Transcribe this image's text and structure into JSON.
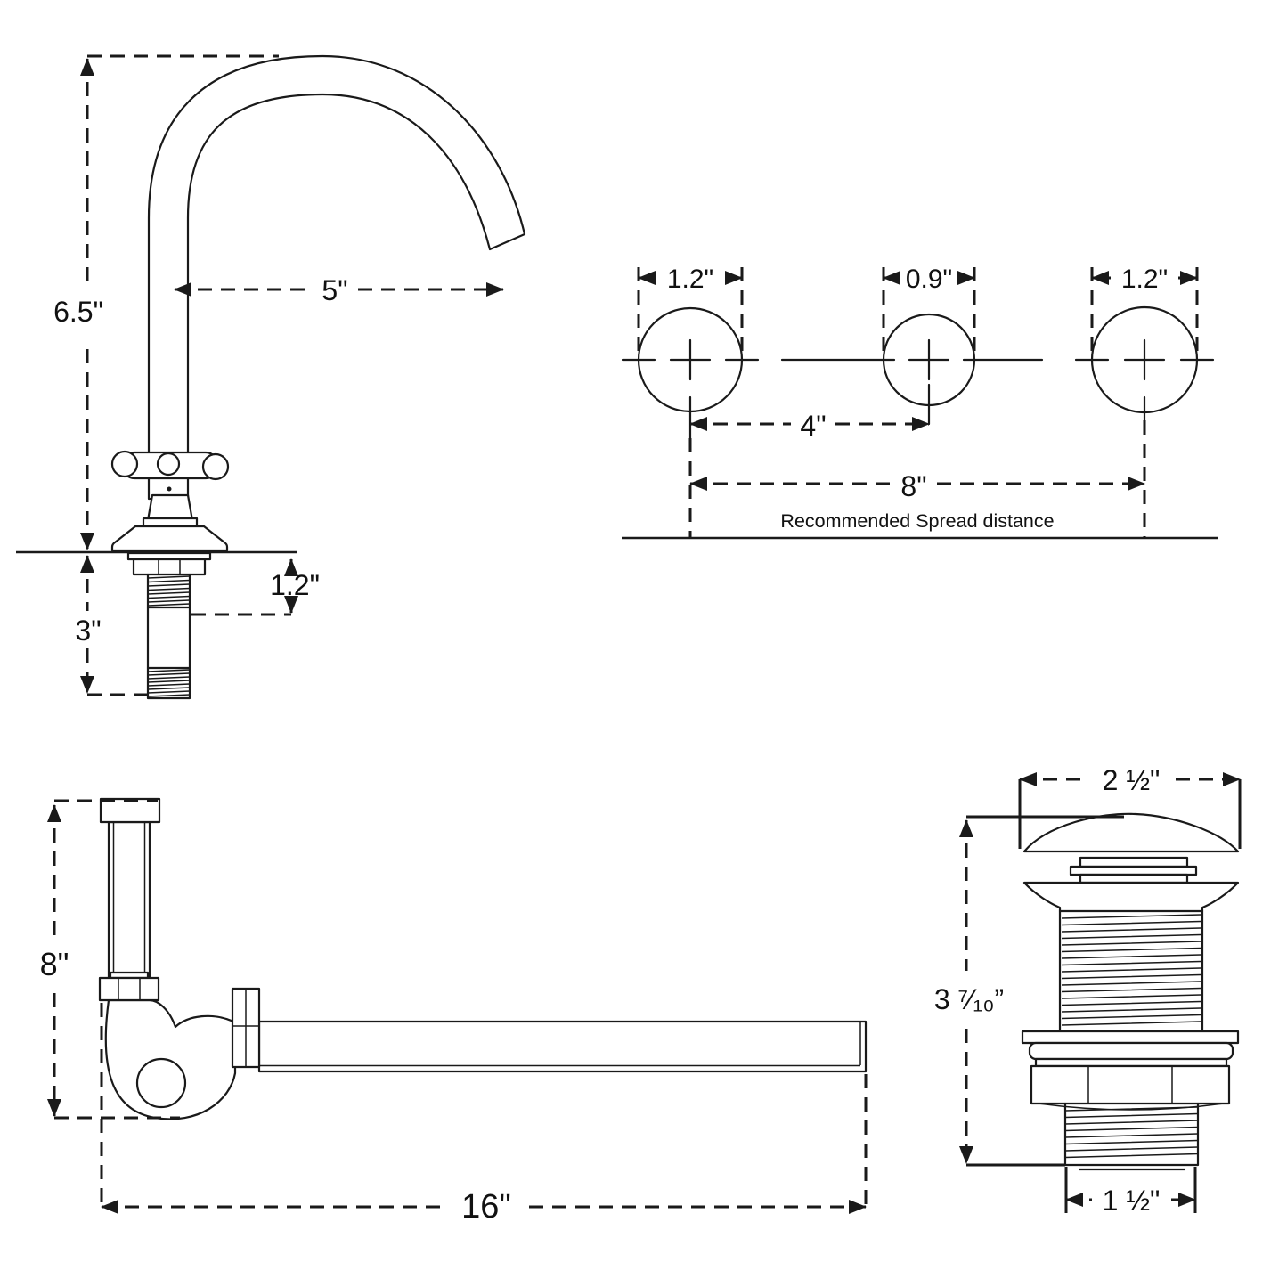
{
  "colors": {
    "line": "#1a1a1a",
    "background": "#ffffff"
  },
  "faucet": {
    "height": "6.5\"",
    "spout_reach": "5\"",
    "deck_thickness": "1.2\"",
    "shank_length": "3\""
  },
  "spread": {
    "left_hole_diameter": "1.2\"",
    "middle_hole_diameter": "0.9\"",
    "right_hole_diameter": "1.2\"",
    "center_to_center": "4\"",
    "total_spread": "8\"",
    "caption": "Recommended Spread distance"
  },
  "ptrap": {
    "height": "8\"",
    "length": "16\""
  },
  "drain": {
    "top_width": "2 ½\"",
    "height": "3 ⁷⁄₁₀”",
    "bottom_width": "1 ½\""
  }
}
